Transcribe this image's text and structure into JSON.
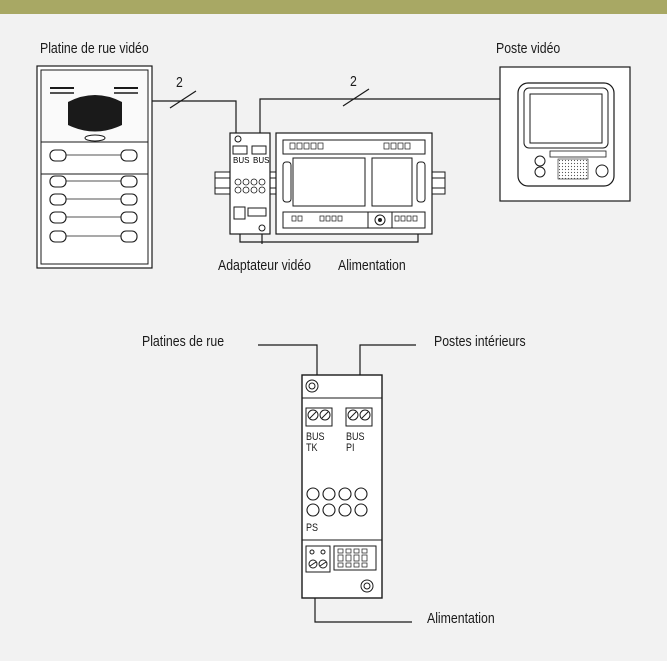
{
  "colors": {
    "topbar": "#a8a864",
    "background": "#f2f2f2",
    "line": "#1a1a1a"
  },
  "top_diagram": {
    "labels": {
      "street_panel": "Platine de rue vidéo",
      "video_station": "Poste vidéo",
      "video_adapter": "Adaptateur vidéo",
      "power_supply": "Alimentation"
    },
    "wire_count_left": "2",
    "wire_count_right": "2"
  },
  "bottom_diagram": {
    "labels": {
      "street_panels": "Platines de rue",
      "indoor_stations": "Postes intérieurs",
      "power_supply": "Alimentation"
    },
    "module_text": {
      "bus_tk_1": "BUS",
      "bus_tk_2": "TK",
      "bus_pi_1": "BUS",
      "bus_pi_2": "PI",
      "ps": "PS"
    }
  }
}
